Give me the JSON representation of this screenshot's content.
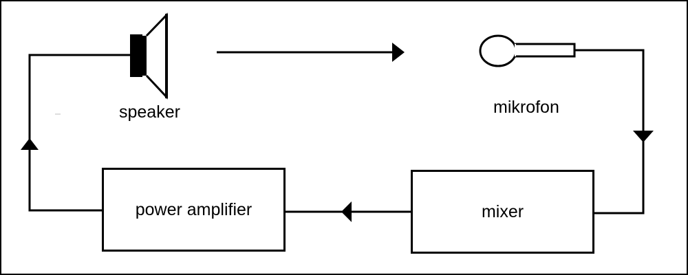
{
  "diagram": {
    "nodes": {
      "speaker": {
        "label": "speaker"
      },
      "microphone": {
        "label": "mikrofon"
      },
      "mixer": {
        "label": "mixer"
      },
      "power_amplifier": {
        "label": "power amplifier"
      }
    },
    "edges": [
      {
        "from": "microphone",
        "to": "mixer"
      },
      {
        "from": "mixer",
        "to": "power_amplifier"
      },
      {
        "from": "power_amplifier",
        "to": "speaker"
      },
      {
        "from": "speaker",
        "to": "microphone"
      }
    ]
  }
}
